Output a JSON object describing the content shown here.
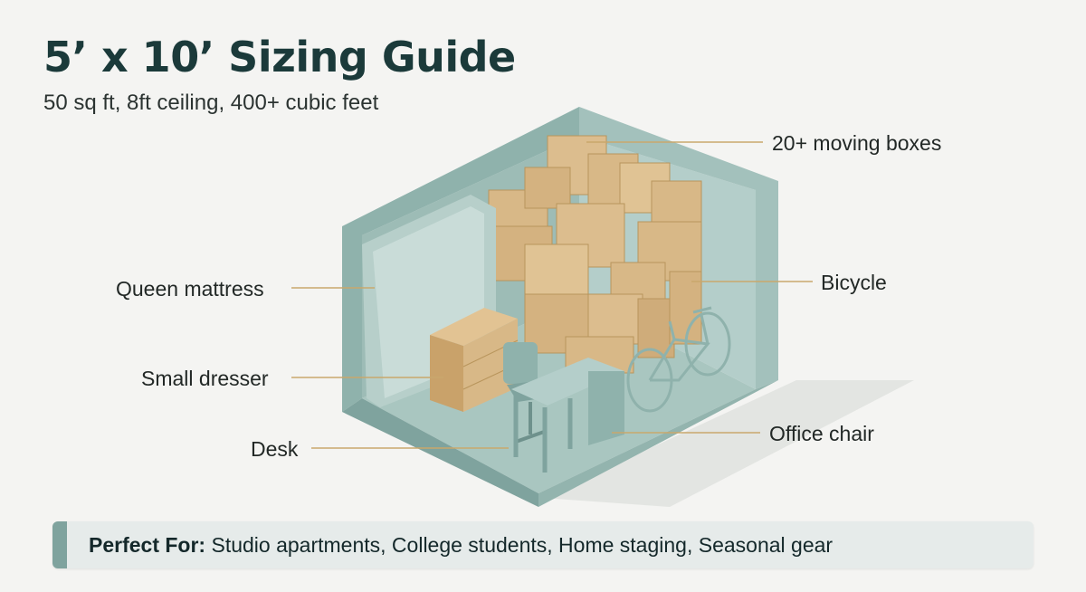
{
  "header": {
    "title": "5’ x 10’ Sizing Guide",
    "subtitle": "50 sq ft, 8ft ceiling, 400+ cubic feet"
  },
  "callouts": {
    "boxes": "20+ moving boxes",
    "mattress": "Queen mattress",
    "bicycle": "Bicycle",
    "dresser": "Small dresser",
    "chair": "Office chair",
    "desk": "Desk"
  },
  "banner": {
    "label": "Perfect For:",
    "text": "Studio apartments, College students, Home staging, Seasonal gear"
  },
  "colors": {
    "unit": "#8fb2ac",
    "leader": "#c9a86c",
    "box": "#d8b887",
    "accent": "#7fa39e"
  }
}
